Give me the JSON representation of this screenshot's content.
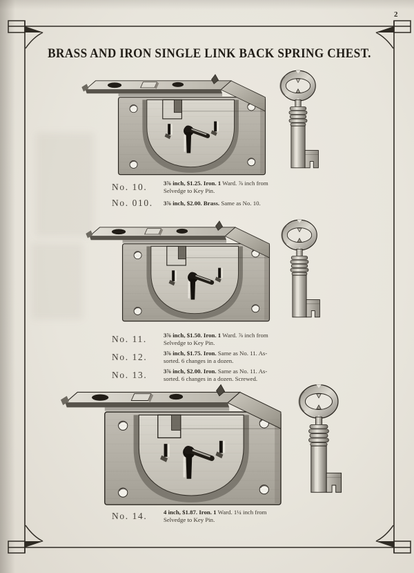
{
  "page": {
    "number": "2",
    "title": "BRASS AND IRON SINGLE LINK BACK SPRING CHEST."
  },
  "colors": {
    "paper": "#e9e6de",
    "ink": "#2d2922",
    "metal_light": "#d8d5cc",
    "metal_mid": "#b2aea4",
    "metal_dark": "#7d7970"
  },
  "figures": [
    {
      "id": "lock-no-10",
      "kind": "chest-lock-with-key"
    },
    {
      "id": "lock-no-11",
      "kind": "chest-lock-with-key"
    },
    {
      "id": "lock-no-14",
      "kind": "chest-lock-with-key"
    }
  ],
  "sections": [
    {
      "rows": [
        {
          "no": "No. 10.",
          "bold": "3⅞ inch, $1.25. Iron. 1",
          "rest": " Ward. ⅞ inch from",
          "line2": "Selvedge to Key Pin."
        },
        {
          "no": "No. 010.",
          "bold": "3⅞ inch, $2.00. Brass.",
          "rest": " Same as No. 10.",
          "line2": ""
        }
      ]
    },
    {
      "rows": [
        {
          "no": "No. 11.",
          "bold": "3⅞ inch, $1.50. Iron. 1",
          "rest": " Ward. ⅞ inch from",
          "line2": "Selvedge to Key Pin."
        },
        {
          "no": "No. 12.",
          "bold": "3⅞ inch, $1.75. Iron.",
          "rest": " Same as No. 11. As-",
          "line2": "sorted. 6 changes in a dozen."
        },
        {
          "no": "No. 13.",
          "bold": "3⅞ inch, $2.00. Iron.",
          "rest": " Same as No. 11. As-",
          "line2": "sorted. 6 changes in a dozen. Screwed."
        }
      ]
    },
    {
      "rows": [
        {
          "no": "No. 14.",
          "bold": "4 inch, $1.87. Iron. 1",
          "rest": " Ward. 1¼ inch from",
          "line2": "Selvedge to Key Pin."
        }
      ]
    }
  ]
}
